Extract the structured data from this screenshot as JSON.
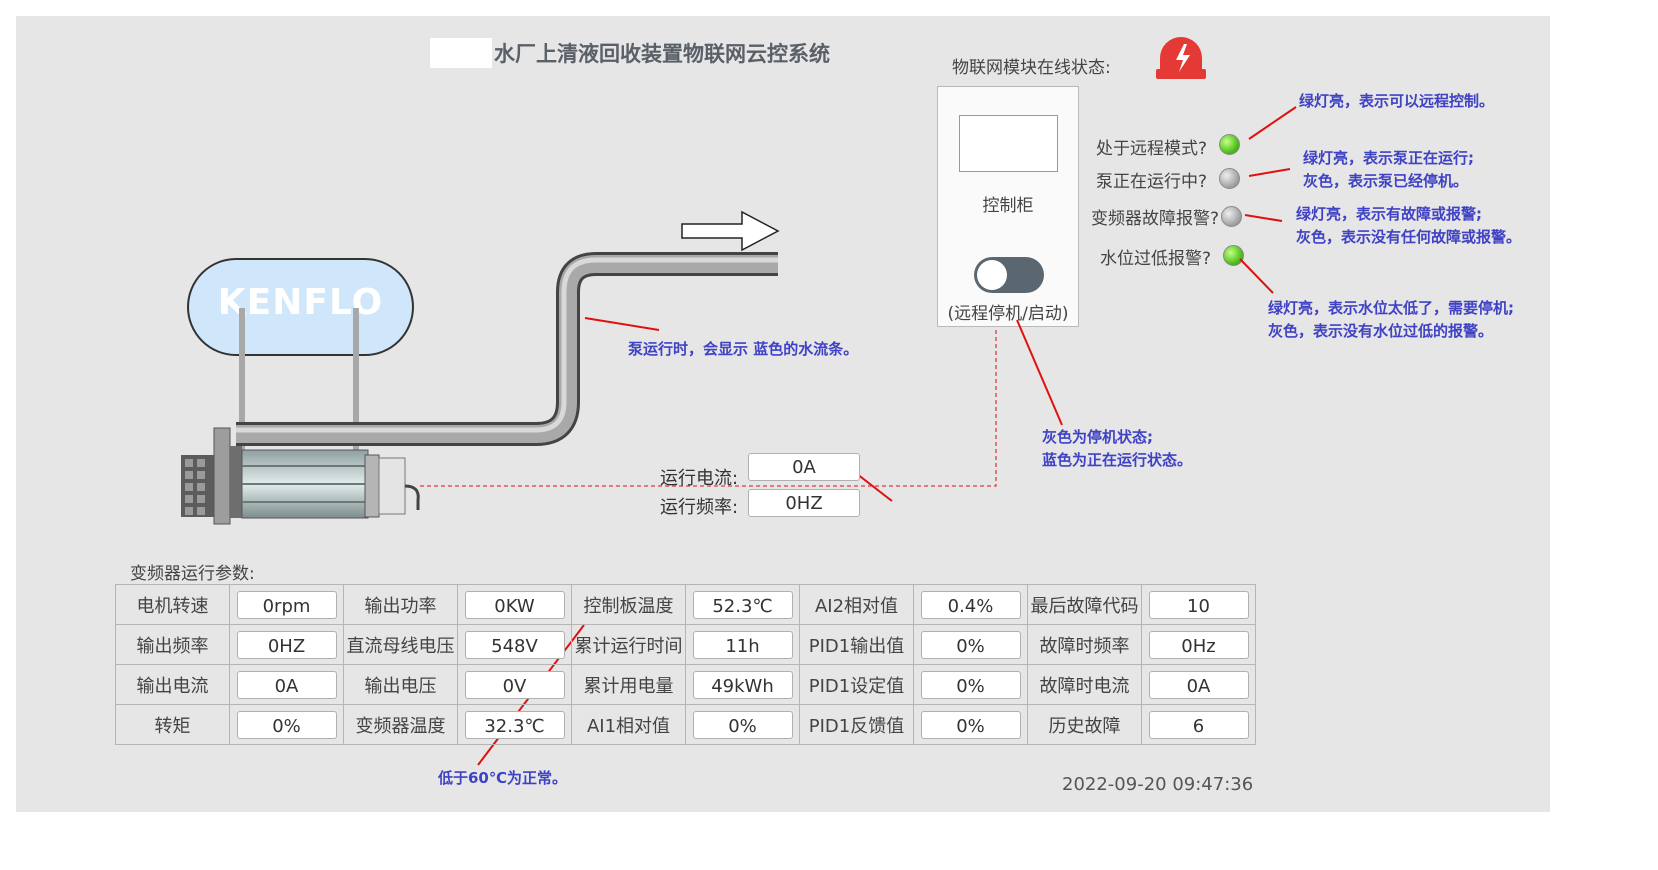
{
  "title": "水厂上清液回收装置物联网云控系统",
  "iot_module_label": "物联网模块在线状态:",
  "cabinet": {
    "label": "控制柜",
    "switch_label": "(远程停机/启动)"
  },
  "tank_logo": "KENFLO",
  "status_lamps": [
    {
      "label": "处于远程模式?",
      "color": "#52c21d",
      "state": "on"
    },
    {
      "label": "泵正在运行中?",
      "color": "#a9a9a9",
      "state": "off"
    },
    {
      "label": "变频器故障报警?",
      "color": "#a9a9a9",
      "state": "off"
    },
    {
      "label": "水位过低报警?",
      "color": "#52c21d",
      "state": "on"
    }
  ],
  "annotations": {
    "remote": "绿灯亮，表示可以远程控制。",
    "running_1": "绿灯亮，表示泵正在运行;",
    "running_2": "灰色，表示泵已经停机。",
    "fault_1": "绿灯亮，表示有故障或报警;",
    "fault_2": "灰色，表示没有任何故障或报警。",
    "water_1": "绿灯亮，表示水位太低了，需要停机;",
    "water_2": "灰色，表示没有水位过低的报警。",
    "flow": "泵运行时，会显示 蓝色的水流条。",
    "switch_1": "灰色为停机状态;",
    "switch_2": "蓝色为正在运行状态。",
    "temp": "低于60℃为正常。"
  },
  "measurements": {
    "current_label": "运行电流:",
    "current_value": "0A",
    "freq_label": "运行频率:",
    "freq_value": "0HZ"
  },
  "params_title": "变频器运行参数:",
  "params": [
    [
      [
        "电机转速",
        "0rpm"
      ],
      [
        "输出功率",
        "0KW"
      ],
      [
        "控制板温度",
        "52.3℃"
      ],
      [
        "AI2相对值",
        "0.4%"
      ],
      [
        "最后故障代码",
        "10"
      ]
    ],
    [
      [
        "输出频率",
        "0HZ"
      ],
      [
        "直流母线电压",
        "548V"
      ],
      [
        "累计运行时间",
        "11h"
      ],
      [
        "PID1输出值",
        "0%"
      ],
      [
        "故障时频率",
        "0Hz"
      ]
    ],
    [
      [
        "输出电流",
        "0A"
      ],
      [
        "输出电压",
        "0V"
      ],
      [
        "累计用电量",
        "49kWh"
      ],
      [
        "PID1设定值",
        "0%"
      ],
      [
        "故障时电流",
        "0A"
      ]
    ],
    [
      [
        "转矩",
        "0%"
      ],
      [
        "变频器温度",
        "32.3℃"
      ],
      [
        "AI1相对值",
        "0%"
      ],
      [
        "PID1反馈值",
        "0%"
      ],
      [
        "历史故障",
        "6"
      ]
    ]
  ],
  "timestamp": "2022-09-20 09:47:36",
  "colors": {
    "annotation": "#3f42c4",
    "leader_line": "#e01010",
    "alarm": "#e53935",
    "switch_off": "#5b6770"
  }
}
